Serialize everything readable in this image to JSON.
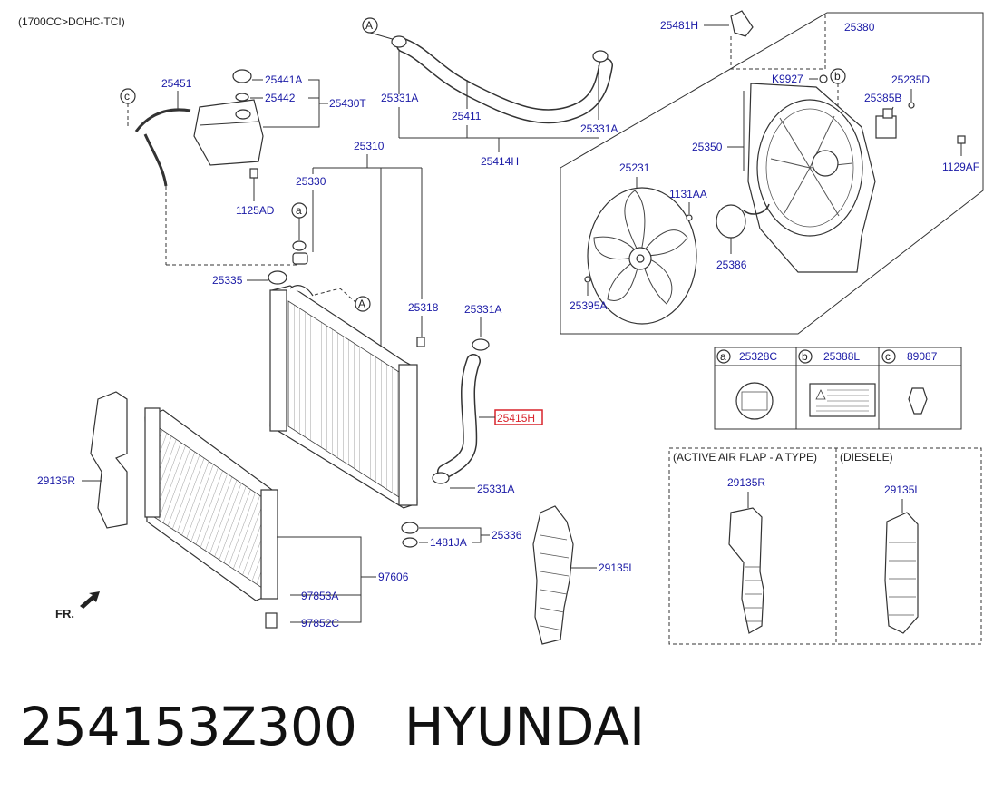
{
  "variant_note": "(1700CC>DOHC-TCI)",
  "highlight_color": "#d9242c",
  "label_color": "#1a1aa6",
  "parts": {
    "p25481H": "25481H",
    "p25380": "25380",
    "pK9927": "K9927",
    "p25235D": "25235D",
    "p25385B": "25385B",
    "p25350": "25350",
    "p1129AF": "1129AF",
    "p25231": "25231",
    "p1131AA": "1131AA",
    "p25386": "25386",
    "p25395A": "25395A",
    "p25331A_top": "25331A",
    "p25411": "25411",
    "p25331A_top2": "25331A",
    "p25414H": "25414H",
    "p25451": "25451",
    "p25441A": "25441A",
    "p25442": "25442",
    "p25430T": "25430T",
    "p1125AD": "1125AD",
    "p25310": "25310",
    "p25330": "25330",
    "p25335": "25335",
    "p25318": "25318",
    "p25331A_mid": "25331A",
    "p25415H": "25415H",
    "p25331A_low": "25331A",
    "p25336": "25336",
    "p1481JA": "1481JA",
    "p29135R": "29135R",
    "p97606": "97606",
    "p97853A": "97853A",
    "p97852C": "97852C",
    "p29135L": "29135L",
    "fr": "FR."
  },
  "callouts": {
    "a": "a",
    "b": "b",
    "c": "c",
    "A": "A"
  },
  "legend_table": [
    {
      "key": "a",
      "part": "25328C"
    },
    {
      "key": "b",
      "part": "25388L"
    },
    {
      "key": "c",
      "part": "89087"
    }
  ],
  "variants_box": {
    "left_title": "(ACTIVE AIR FLAP - A TYPE)",
    "right_title": "(DIESELE)",
    "left_part": "29135R",
    "right_part": "29135L"
  },
  "footer": {
    "part_number": "254153Z300",
    "brand": "HYUNDAI"
  }
}
